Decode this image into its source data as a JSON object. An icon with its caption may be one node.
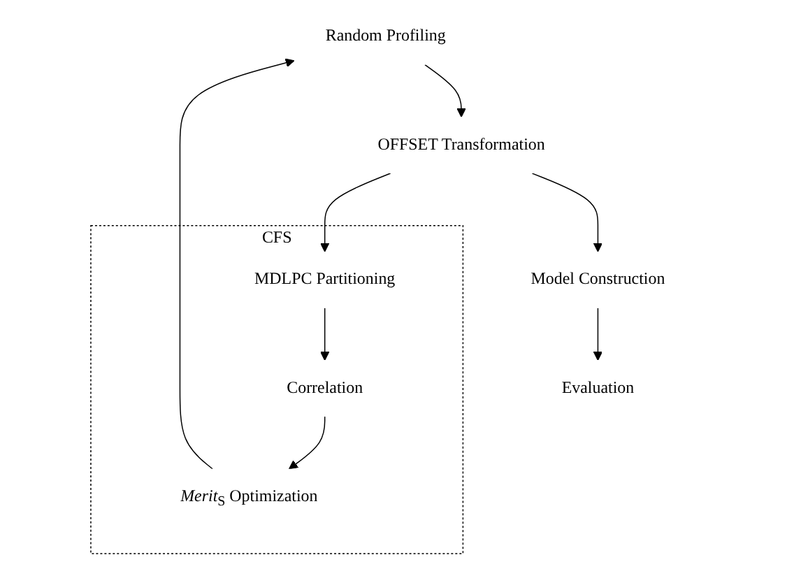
{
  "diagram": {
    "nodes": [
      {
        "text": [
          "Random Profiling"
        ]
      },
      {
        "text": [
          "OFFSET Transformation"
        ]
      },
      {
        "text": [
          "CFS"
        ]
      },
      {
        "text": [
          "MDLPC Partitioning"
        ],
        "in": 2
      },
      {
        "text": [
          "Correlation"
        ],
        "in": 2
      },
      {
        "text": [
          "*Merit*$_{S}$ Optimization"
        ],
        "in": 2
      },
      {
        "text": [
          "Model Construction"
        ]
      },
      {
        "text": [
          "Evaluation"
        ]
      }
    ],
    "edges": [
      {
        "from": 0,
        "to": 1,
        "arrow": "to"
      },
      {
        "from": 1,
        "to": 3,
        "arrow": "to"
      },
      {
        "from": 1,
        "to": 6,
        "arrow": "to"
      },
      {
        "from": 3,
        "to": 4,
        "arrow": "to"
      },
      {
        "from": 4,
        "to": 5,
        "arrow": "to"
      },
      {
        "from": 5,
        "to": 0,
        "arrow": "to"
      },
      {
        "from": 6,
        "to": 7,
        "arrow": "to"
      }
    ]
  }
}
